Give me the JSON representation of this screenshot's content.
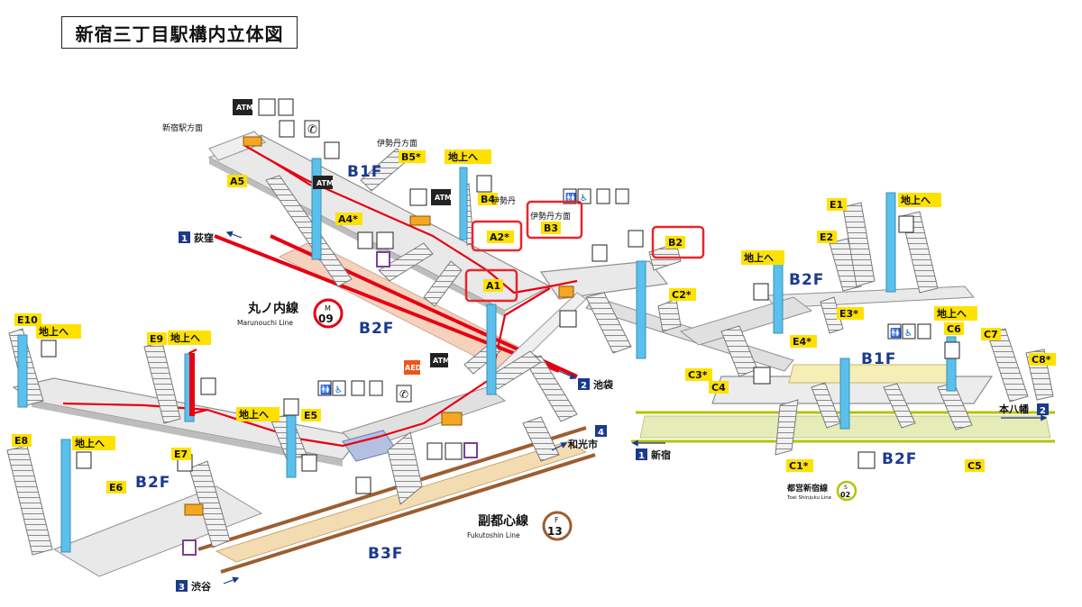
{
  "title": "新宿三丁目駅構内立体図",
  "floors": {
    "b1f_north": "B1F",
    "b2f_center": "B2F",
    "b1f_east": "B1F",
    "b2f_east_top": "B2F",
    "b2f_east_bottom": "B2F",
    "b2f_west": "B2F",
    "b3f": "B3F"
  },
  "lines": {
    "marunouchi": {
      "name": "丸ノ内線",
      "roman": "Marunouchi Line",
      "letter": "M",
      "number": "09",
      "color": "#e60012"
    },
    "fukutoshin": {
      "name": "副都心線",
      "roman": "Fukutoshin Line",
      "letter": "F",
      "number": "13",
      "color": "#9c5e31"
    },
    "shinjuku": {
      "name": "都営新宿線",
      "roman": "Toei Shinjuku Line",
      "letter": "S",
      "number": "02",
      "color": "#b5c300"
    }
  },
  "directions": {
    "ogikubo": {
      "num": "1",
      "text": "荻窪"
    },
    "ikebukuro": {
      "num": "2",
      "text": "池袋"
    },
    "wakoshi": {
      "num": "4",
      "text": "和光市"
    },
    "shibuya": {
      "num": "3",
      "text": "渋谷"
    },
    "shinjuku": {
      "num": "1",
      "text": "新宿"
    },
    "motoyawata": {
      "num": "2",
      "text": "本八幡"
    }
  },
  "area_labels": {
    "shinjuku_station": "新宿駅方面",
    "isetan_dir_1": "伊勢丹方面",
    "isetan": "伊勢丹",
    "isetan_dir_2": "伊勢丹方面"
  },
  "up_label": "地上へ",
  "exits": [
    "A5",
    "A4*",
    "B5*",
    "B4",
    "A2*",
    "B3",
    "A1",
    "B2",
    "C2*",
    "E1",
    "E2",
    "E3*",
    "E4*",
    "C6",
    "C7",
    "C8*",
    "C3*",
    "C4",
    "C1*",
    "C5",
    "E10",
    "E9",
    "E5",
    "E8",
    "E7",
    "E6"
  ],
  "highlighted_exits": [
    "A2*",
    "B3",
    "A1",
    "B2"
  ],
  "icon_labels": {
    "atm": "ATM",
    "aed": "AED"
  },
  "colors": {
    "exit_yellow": "#ffe100",
    "stair_blue": "#5bc0eb",
    "route_red": "#e60012",
    "highlight_red": "#e8262b",
    "floor_blue": "#1b3a8c",
    "platform_pink": "#f6d2bd",
    "platform_green": "#e6ecb8",
    "platform_brown": "#f3dcb2"
  }
}
